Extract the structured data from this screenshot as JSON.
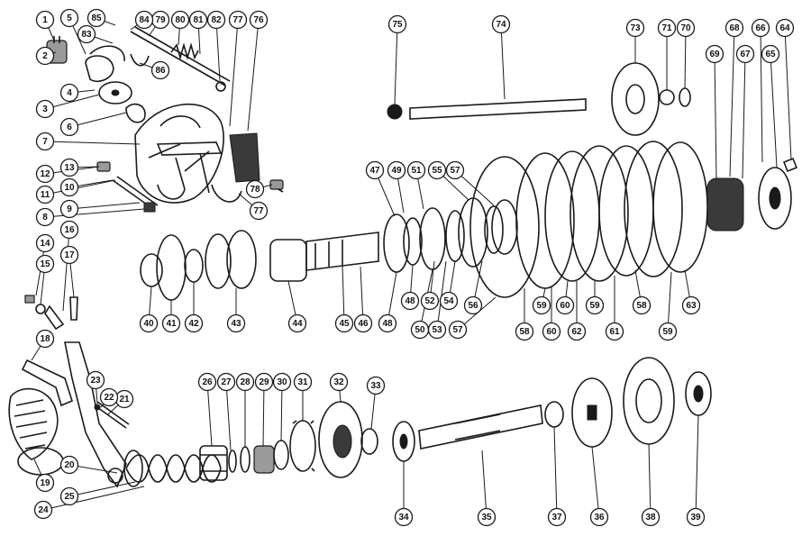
{
  "diagram": {
    "callouts": [
      {
        "label": "1"
      },
      {
        "label": "2"
      },
      {
        "label": "3"
      },
      {
        "label": "4"
      },
      {
        "label": "5"
      },
      {
        "label": "6"
      },
      {
        "label": "7"
      },
      {
        "label": "8"
      },
      {
        "label": "9"
      },
      {
        "label": "10"
      },
      {
        "label": "11"
      },
      {
        "label": "12"
      },
      {
        "label": "13"
      },
      {
        "label": "14"
      },
      {
        "label": "15"
      },
      {
        "label": "16"
      },
      {
        "label": "17"
      },
      {
        "label": "18"
      },
      {
        "label": "19"
      },
      {
        "label": "20"
      },
      {
        "label": "21"
      },
      {
        "label": "22"
      },
      {
        "label": "23"
      },
      {
        "label": "24"
      },
      {
        "label": "25"
      },
      {
        "label": "26"
      },
      {
        "label": "27"
      },
      {
        "label": "28"
      },
      {
        "label": "29"
      },
      {
        "label": "30"
      },
      {
        "label": "31"
      },
      {
        "label": "32"
      },
      {
        "label": "33"
      },
      {
        "label": "34"
      },
      {
        "label": "35"
      },
      {
        "label": "36"
      },
      {
        "label": "37"
      },
      {
        "label": "38"
      },
      {
        "label": "39"
      },
      {
        "label": "40"
      },
      {
        "label": "41"
      },
      {
        "label": "42"
      },
      {
        "label": "43"
      },
      {
        "label": "44"
      },
      {
        "label": "45"
      },
      {
        "label": "46"
      },
      {
        "label": "47"
      },
      {
        "label": "48"
      },
      {
        "label": "48"
      },
      {
        "label": "49"
      },
      {
        "label": "50"
      },
      {
        "label": "51"
      },
      {
        "label": "52"
      },
      {
        "label": "53"
      },
      {
        "label": "54"
      },
      {
        "label": "55"
      },
      {
        "label": "56"
      },
      {
        "label": "57"
      },
      {
        "label": "57"
      },
      {
        "label": "58"
      },
      {
        "label": "58"
      },
      {
        "label": "59"
      },
      {
        "label": "59"
      },
      {
        "label": "59"
      },
      {
        "label": "60"
      },
      {
        "label": "60"
      },
      {
        "label": "61"
      },
      {
        "label": "62"
      },
      {
        "label": "63"
      },
      {
        "label": "64"
      },
      {
        "label": "65"
      },
      {
        "label": "66"
      },
      {
        "label": "67"
      },
      {
        "label": "68"
      },
      {
        "label": "69"
      },
      {
        "label": "70"
      },
      {
        "label": "71"
      },
      {
        "label": "73"
      },
      {
        "label": "74"
      },
      {
        "label": "75"
      },
      {
        "label": "76"
      },
      {
        "label": "77"
      },
      {
        "label": "77"
      },
      {
        "label": "78"
      },
      {
        "label": "79"
      },
      {
        "label": "80"
      },
      {
        "label": "81"
      },
      {
        "label": "82"
      },
      {
        "label": "83"
      },
      {
        "label": "84"
      },
      {
        "label": "85"
      },
      {
        "label": "86"
      }
    ]
  }
}
